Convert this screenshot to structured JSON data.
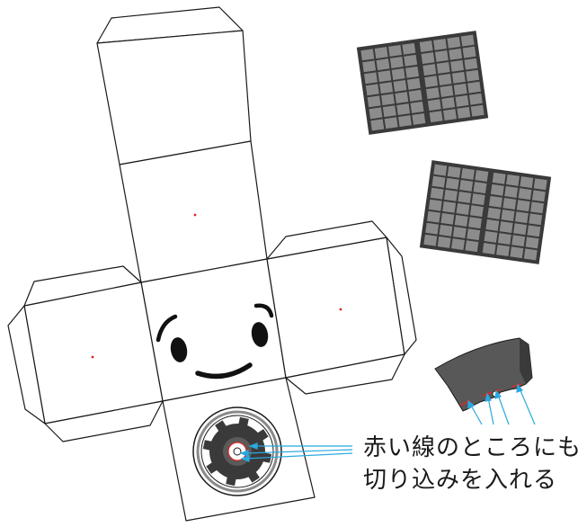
{
  "instruction": {
    "line1": "赤い線のところにも",
    "line2": "切り込みを入れる"
  },
  "colors": {
    "outline": "#1a1a1a",
    "panel_fill": "#3a3a3a",
    "cell_fill": "#8c8c8c",
    "cut_mark": "#e0261f",
    "arrow": "#29a8e0",
    "face": "#111111",
    "gear_dark": "#3a3a3a",
    "gear_ring": "#8a8a8a"
  },
  "solar_panel": {
    "rows": 7,
    "cols": 8
  }
}
